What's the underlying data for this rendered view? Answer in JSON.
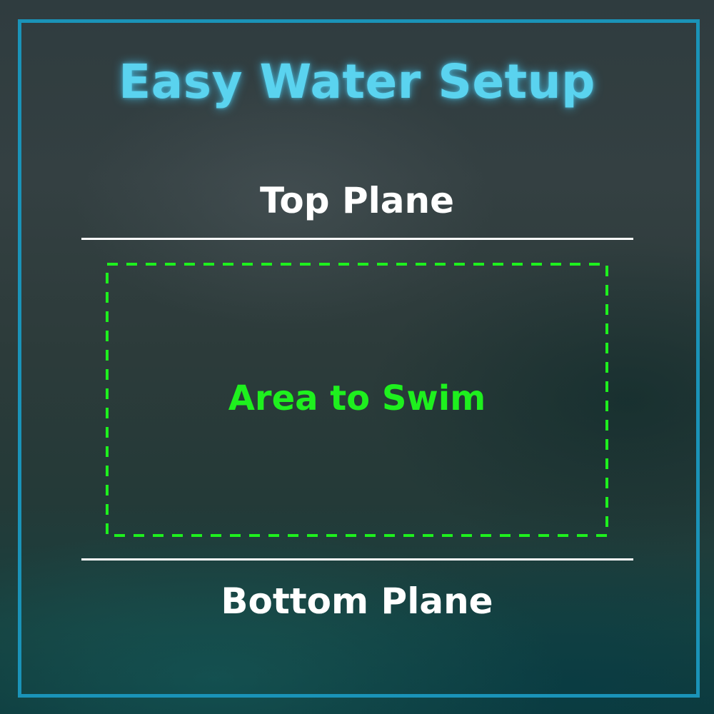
{
  "title": "Easy Water Setup",
  "top_plane": {
    "label": "Top Plane"
  },
  "swim_area": {
    "label": "Area to Swim"
  },
  "bottom_plane": {
    "label": "Bottom Plane"
  },
  "colors": {
    "title": "#5ad3ef",
    "frame": "#1a93b8",
    "plane_line": "#ffffff",
    "swim_area": "#1ef01e"
  }
}
